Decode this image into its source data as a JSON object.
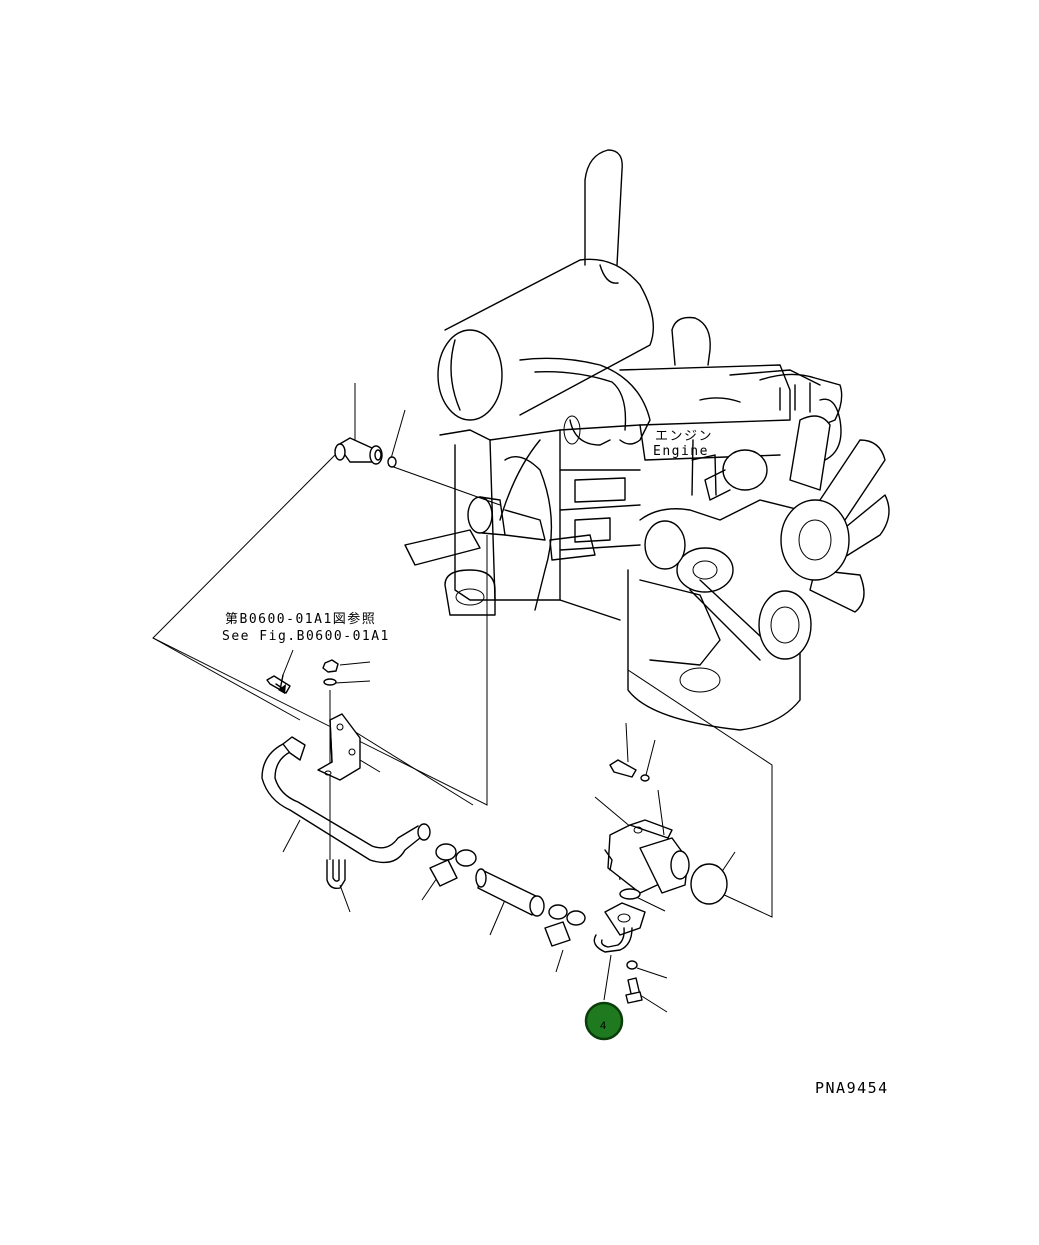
{
  "engine_label": {
    "jp": "エンジン",
    "en": "Engine"
  },
  "reference_note": {
    "jp": "第B0600-01A1図参照",
    "en": "See Fig.B0600-01A1"
  },
  "drawing_code": "PNA9454",
  "highlighted_callout": {
    "number": "4",
    "fill_color": "#1f7a1f",
    "stroke_color": "#0b3d0b"
  },
  "line_color": "#000000",
  "background_color": "#ffffff"
}
